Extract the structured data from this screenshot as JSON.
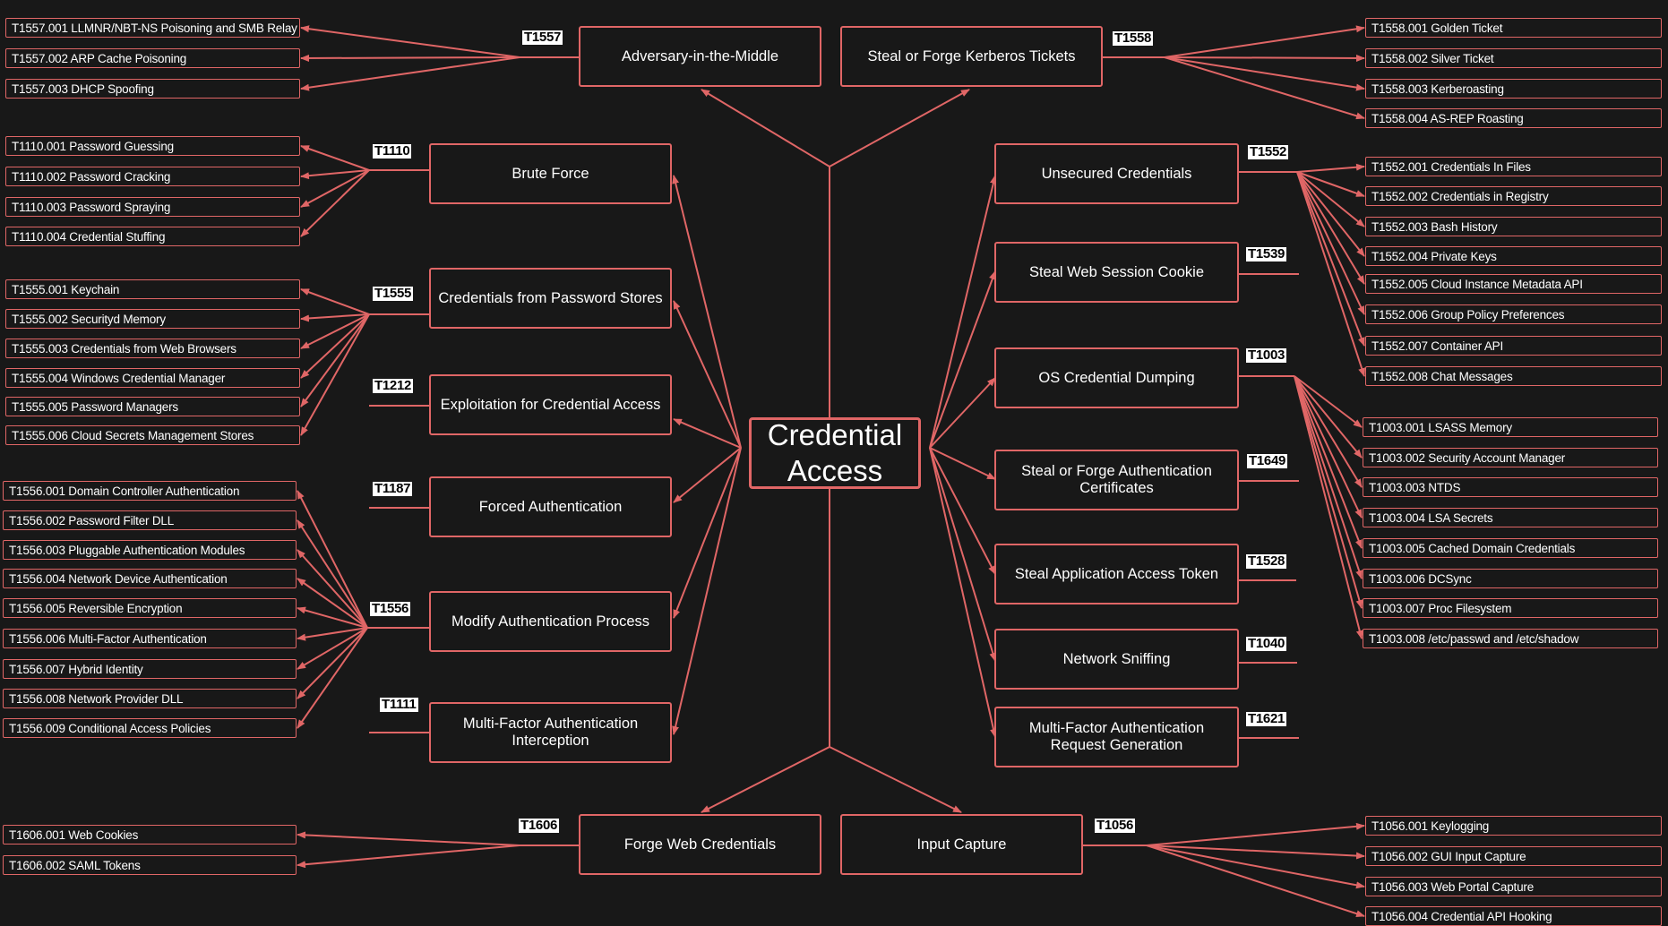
{
  "colors": {
    "background": "#181818",
    "accent": "#e06666",
    "text": "#ffffff",
    "tag_bg": "#ffffff",
    "tag_text": "#000000"
  },
  "root": {
    "title": "Credential Access"
  },
  "techniques": [
    {
      "key": "aitm",
      "id": "T1557",
      "label": "Adversary-in-the-Middle",
      "subs": [
        "T1557.001  LLMNR/NBT-NS Poisoning and SMB Relay",
        "T1557.002 ARP Cache Poisoning",
        "T1557.003 DHCP Spoofing"
      ]
    },
    {
      "key": "kerberos",
      "id": "T1558",
      "label": "Steal or Forge Kerberos Tickets",
      "subs": [
        "T1558.001 Golden Ticket",
        "T1558.002 Silver Ticket",
        "T1558.003 Kerberoasting",
        "T1558.004 AS-REP Roasting"
      ]
    },
    {
      "key": "brute",
      "id": "T1110",
      "label": "Brute Force",
      "subs": [
        "T1110.001 Password Guessing",
        "T1110.002 Password Cracking",
        "T1110.003 Password Spraying",
        "T1110.004 Credential Stuffing"
      ]
    },
    {
      "key": "pwstores",
      "id": "T1555",
      "label": "Credentials from Password Stores",
      "subs": [
        "T1555.001 Keychain",
        "T1555.002 Securityd Memory",
        "T1555.003 Credentials from Web Browsers",
        "T1555.004 Windows Credential Manager",
        "T1555.005 Password Managers",
        "T1555.006 Cloud Secrets Management Stores"
      ]
    },
    {
      "key": "exploit",
      "id": "T1212",
      "label": "Exploitation for Credential Access",
      "subs": []
    },
    {
      "key": "forced",
      "id": "T1187",
      "label": "Forced Authentication",
      "subs": []
    },
    {
      "key": "modify",
      "id": "T1556",
      "label": "Modify Authentication Process",
      "subs": [
        "T1556.001 Domain Controller Authentication",
        "T1556.002 Password Filter DLL",
        "T1556.003 Pluggable Authentication Modules",
        "T1556.004 Network Device Authentication",
        "T1556.005 Reversible Encryption",
        "T1556.006 Multi-Factor Authentication",
        "T1556.007 Hybrid Identity",
        "T1556.008 Network Provider DLL",
        "T1556.009 Conditional Access Policies"
      ]
    },
    {
      "key": "mfaintercept",
      "id": "T1111",
      "label": "Multi-Factor Authentication Interception",
      "subs": []
    },
    {
      "key": "webcreds",
      "id": "T1606",
      "label": "Forge Web Credentials",
      "subs": [
        "T1606.001 Web Cookies",
        "T1606.002 SAML Tokens"
      ]
    },
    {
      "key": "input",
      "id": "T1056",
      "label": "Input Capture",
      "subs": [
        "T1056.001 Keylogging",
        "T1056.002 GUI Input Capture",
        "T1056.003 Web Portal Capture",
        "T1056.004 Credential API Hooking"
      ]
    },
    {
      "key": "unsecured",
      "id": "T1552",
      "label": "Unsecured Credentials",
      "subs": [
        "T1552.001 Credentials In Files",
        "T1552.002 Credentials in Registry",
        "T1552.003 Bash History",
        "T1552.004 Private Keys",
        "T1552.005 Cloud Instance Metadata API",
        "T1552.006 Group Policy Preferences",
        "T1552.007 Container API",
        "T1552.008 Chat Messages"
      ]
    },
    {
      "key": "cookie",
      "id": "T1539",
      "label": "Steal Web Session Cookie",
      "subs": []
    },
    {
      "key": "osdump",
      "id": "T1003",
      "label": "OS Credential Dumping",
      "subs": [
        "T1003.001 LSASS Memory",
        "T1003.002 Security Account Manager",
        "T1003.003 NTDS",
        "T1003.004 LSA Secrets",
        "T1003.005 Cached Domain Credentials",
        "T1003.006 DCSync",
        "T1003.007 Proc Filesystem",
        "T1003.008 /etc/passwd and /etc/shadow"
      ]
    },
    {
      "key": "certs",
      "id": "T1649",
      "label": "Steal or Forge Authentication Certificates",
      "subs": []
    },
    {
      "key": "apptoken",
      "id": "T1528",
      "label": "Steal Application Access Token",
      "subs": []
    },
    {
      "key": "sniff",
      "id": "T1040",
      "label": "Network Sniffing",
      "subs": []
    },
    {
      "key": "mfarequest",
      "id": "T1621",
      "label": "Multi-Factor Authentication Request Generation",
      "subs": []
    }
  ]
}
